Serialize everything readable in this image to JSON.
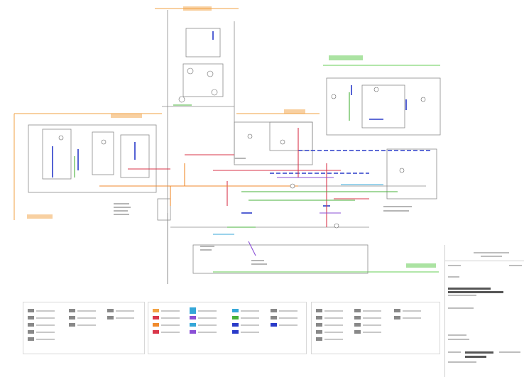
{
  "zone_labels": {
    "top_center": "",
    "left_upper": "",
    "left_lower": "",
    "right_upper": "",
    "center": "",
    "bottom_right": ""
  },
  "colors": {
    "zone_orange": "#f2a243",
    "zone_green": "#66cc55",
    "pipe_blue": "#2a3bc9",
    "pipe_red": "#d9364a",
    "pipe_green": "#47b13a",
    "pipe_orange": "#f08a2c",
    "pipe_purple": "#8a4fd6",
    "pipe_cyan": "#35a7d8",
    "pipe_gray": "#808080"
  },
  "legend_panels": [
    {
      "name": "instrument-symbols",
      "swatches": [
        "#888888",
        "#888888",
        "#888888",
        "#888888",
        "#888888"
      ]
    },
    {
      "name": "line-types",
      "swatches": [
        "#f2a243",
        "#d9364a",
        "#8a4fd6",
        "#47b13a",
        "#35a7d8",
        "#2a3bc9"
      ]
    },
    {
      "name": "equipment",
      "swatches": [
        "#888888",
        "#888888",
        "#888888",
        "#888888",
        "#888888"
      ]
    }
  ]
}
